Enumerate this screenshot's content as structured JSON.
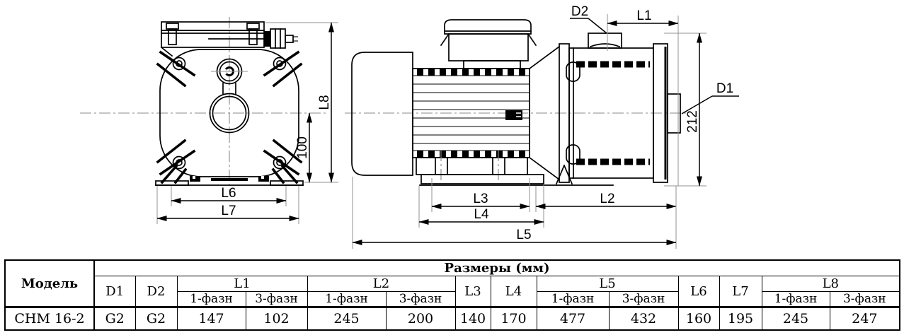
{
  "drawings": {
    "front_view": {
      "l6": "L6",
      "l7": "L7",
      "l8": "L8",
      "height_to_axis": "100"
    },
    "side_view": {
      "d1": "D1",
      "d2": "D2",
      "l1": "L1",
      "l2": "L2",
      "l3": "L3",
      "l4": "L4",
      "l5": "L5",
      "overall_height": "212"
    }
  },
  "table": {
    "model_header": "Модель",
    "dims_header": "Размеры (мм)",
    "cols": {
      "d1": "D1",
      "d2": "D2",
      "l1": "L1",
      "l2": "L2",
      "l3": "L3",
      "l4": "L4",
      "l5": "L5",
      "l6": "L6",
      "l7": "L7",
      "l8": "L8"
    },
    "phase1_label": "1-фазн",
    "phase3_label": "3-фазн",
    "row": {
      "model": "CHM 16-2",
      "d1": "G2",
      "d2": "G2",
      "l1_1ph": "147",
      "l1_3ph": "102",
      "l2_1ph": "245",
      "l2_3ph": "200",
      "l3": "140",
      "l4": "170",
      "l5_1ph": "477",
      "l5_3ph": "432",
      "l6": "160",
      "l7": "195",
      "l8_1ph": "245",
      "l8_3ph": "247"
    }
  }
}
